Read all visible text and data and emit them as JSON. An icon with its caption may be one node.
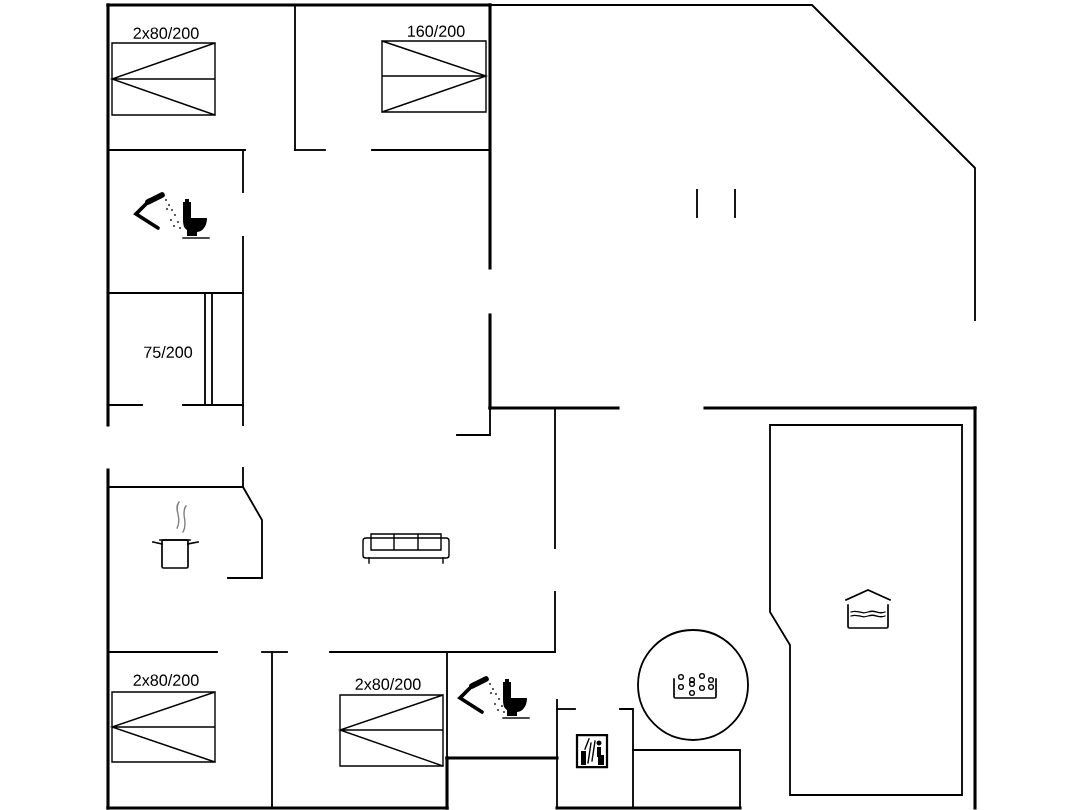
{
  "diagram": {
    "labels": [
      "2x80/200",
      "160/200",
      "75/200",
      "2x80/200",
      "2x80/200"
    ]
  }
}
